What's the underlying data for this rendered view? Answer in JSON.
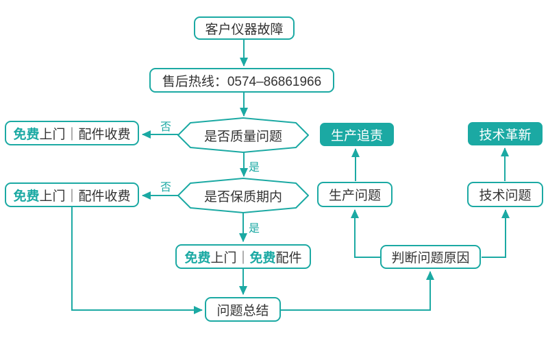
{
  "flowchart": {
    "title_hidden": "",
    "nodes": {
      "customer_fault": "客户仪器故障",
      "hotline": "售后热线：0574–86861966",
      "quality_question": "是否质量问题",
      "warranty_question": "是否保质期内",
      "free_visit_parts_fee_1": [
        "免费",
        "上门｜配件收费"
      ],
      "free_visit_parts_fee_2": [
        "免费",
        "上门｜配件收费"
      ],
      "free_visit_free_parts": [
        "免费",
        "上门｜",
        "免费",
        "配件"
      ],
      "production_blame": "生产追责",
      "tech_innovation": "技术革新",
      "production_problem": "生产问题",
      "tech_problem": "技术问题",
      "judge_cause": "判断问题原因",
      "summary": "问题总结"
    },
    "edge_labels": {
      "no": "否",
      "yes": "是"
    },
    "edges": [
      {
        "from": "customer_fault",
        "to": "hotline",
        "label": ""
      },
      {
        "from": "hotline",
        "to": "quality_question",
        "label": ""
      },
      {
        "from": "quality_question",
        "to": "free_visit_parts_fee_1",
        "label": "否"
      },
      {
        "from": "quality_question",
        "to": "warranty_question",
        "label": "是"
      },
      {
        "from": "warranty_question",
        "to": "free_visit_parts_fee_2",
        "label": "否"
      },
      {
        "from": "warranty_question",
        "to": "free_visit_free_parts",
        "label": "是"
      },
      {
        "from": "free_visit_free_parts",
        "to": "summary",
        "label": ""
      },
      {
        "from": "free_visit_parts_fee_2",
        "to": "summary",
        "label": ""
      },
      {
        "from": "summary",
        "to": "judge_cause",
        "label": ""
      },
      {
        "from": "judge_cause",
        "to": "production_problem",
        "label": ""
      },
      {
        "from": "judge_cause",
        "to": "tech_problem",
        "label": ""
      },
      {
        "from": "production_problem",
        "to": "production_blame",
        "label": ""
      },
      {
        "from": "tech_problem",
        "to": "tech_innovation",
        "label": ""
      }
    ],
    "colors": {
      "teal": "#1ba9a3",
      "text": "#333333",
      "background": "#ffffff",
      "filled_node_text": "#ffffff"
    }
  }
}
